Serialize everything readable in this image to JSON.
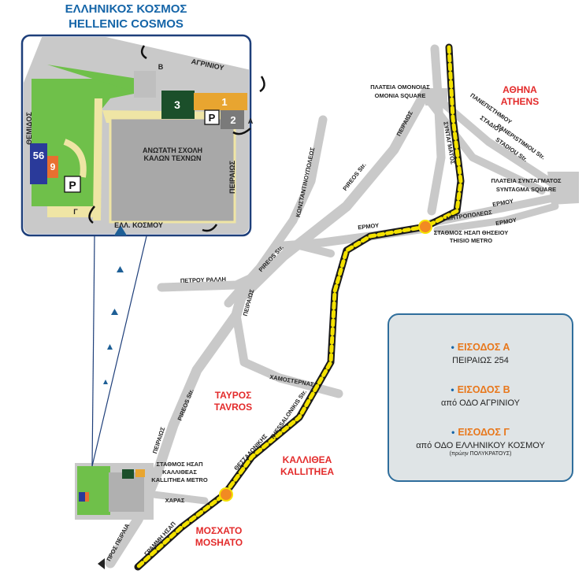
{
  "title": {
    "line1": "ΕΛΛΗΝΙΚΟΣ ΚΟΣΜΟΣ",
    "line2": "HELLENIC COSMOS"
  },
  "inset": {
    "streets": {
      "agriniou": "ΑΓΡΙΝΙΟΥ",
      "peiraios": "ΠΕΙΡΑΙΩΣ",
      "themidos": "ΘΕΜΙΔΟΣ",
      "ell_kosmou": "ΕΛΛ. ΚΟΣΜΟΥ"
    },
    "school": {
      "line1": "ΑΝΩΤΑΤΗ ΣΧΟΛΗ",
      "line2": "ΚΑΛΩΝ ΤΕΧΝΩΝ"
    },
    "gates": {
      "a": "Α",
      "b": "Β",
      "g": "Γ"
    },
    "buildings": {
      "b1": "1",
      "b2": "2",
      "b3": "3",
      "b56": "56",
      "b9": "9",
      "parking": "P"
    }
  },
  "places": {
    "athens_gr": "ΑΘΗΝΑ",
    "athens_en": "ATHENS",
    "tavros_gr": "ΤΑΥΡΟΣ",
    "tavros_en": "TAVROS",
    "kallithea_gr": "ΚΑΛΛΙΘΕΑ",
    "kallithea_en": "KALLITHEA",
    "moschato_gr": "ΜΟΣΧΑΤΟ",
    "moschato_en": "MOSHATO"
  },
  "labels": {
    "omonia_gr": "ΠΛΑΤΕΙΑ ΟΜΟΝΟΙΑΣ",
    "omonia_en": "OMONIA SQUARE",
    "syntagma_gr": "ΠΛΑΤΕΙΑ ΣΥΝΤΑΓΜΑΤΟΣ",
    "syntagma_en": "SYNTAGMA SQUARE",
    "thisio_gr": "ΣΤΑΘΜΟΣ ΗΣΑΠ ΘΗΣΕΙΟΥ",
    "thisio_en": "THISIO METRO",
    "kallithea_st_gr1": "ΣΤΑΘΜΟΣ ΗΣΑΠ",
    "kallithea_st_gr2": "ΚΑΛΛΙΘΕΑΣ",
    "kallithea_st_en": "KALLITHEA METRO",
    "panepistimiou_gr": "ΠΑΝΕΠΙΣΤΗΜΙΟΥ",
    "panepistimiou_en": "PANEPISTIMIOU Str.",
    "stadiou_gr": "ΣΤΑΔΙΟΥ",
    "stadiou_en": "STADIOU Str.",
    "syntagma_street": "ΣΥΝΤΑΓΜΑΤΟΣ",
    "peiraios_top": "ΠΕΙΡΑΙΩΣ",
    "pireos_top": "PIREOS Str.",
    "ermou1": "ΕΡΜΟΥ",
    "ermou2": "ΕΡΜΟΥ",
    "ermou3": "ΕΡΜΟΥ",
    "mitropoleos": "ΜΗΤΡΟΠΟΛΕΩΣ",
    "konstantinoupoleos": "ΚΩΝΣΤΑΝΤΙΝΟΥΠΟΛΕΩΣ",
    "pireos_mid": "PIREOS Str.",
    "petrou_ralli": "ΠΕΤΡΟΥ ΡΑΛΛΗ",
    "peiraios_mid": "ΠΕΙΡΑΙΩΣ",
    "chamosternas": "ΧΑΜΟΣΤΕΡΝΑΣ",
    "pireos_low": "PIREOS Str.",
    "peiraios_low": "ΠΕΙΡΑΙΩΣ",
    "thessalonikis_en": "THESSALONIKIS Str.",
    "thessalonikis_gr": "ΘΕΣΣΑΛΟΝΙΚΗΣ",
    "charas": "ΧΑΡΑΣ",
    "grammi_isap": "ΓΡΑΜΜΗ ΗΣΑΠ",
    "pros_peiraia": "ΠΡΟΣ ΠΕΙΡΑΙΑ"
  },
  "legend": {
    "entries": [
      {
        "bullet": "•",
        "title": "ΕΙΣΟΔΟΣ Α",
        "sub": "ΠΕΙΡΑΙΩΣ 254",
        "note": ""
      },
      {
        "bullet": "•",
        "title": "ΕΙΣΟΔΟΣ Β",
        "sub": "από ΟΔΟ ΑΓΡΙΝΙΟΥ",
        "note": ""
      },
      {
        "bullet": "•",
        "title": "ΕΙΣΟΔΟΣ Γ",
        "sub": "από ΟΔΟ ΕΛΛΗΝΙΚΟΥ ΚΟΣΜΟΥ",
        "note": "(πρώην ΠΟΛΥΚΡΑΤΟΥΣ)"
      }
    ]
  },
  "colors": {
    "road": "#c9c9c9",
    "green": "#6fc04a",
    "metro": "#f4e200",
    "station": "#f28a22",
    "frame": "#1e3f7a",
    "red": "#e32b2b",
    "blue": "#1565a8",
    "legend_border": "#2f6e9c"
  }
}
